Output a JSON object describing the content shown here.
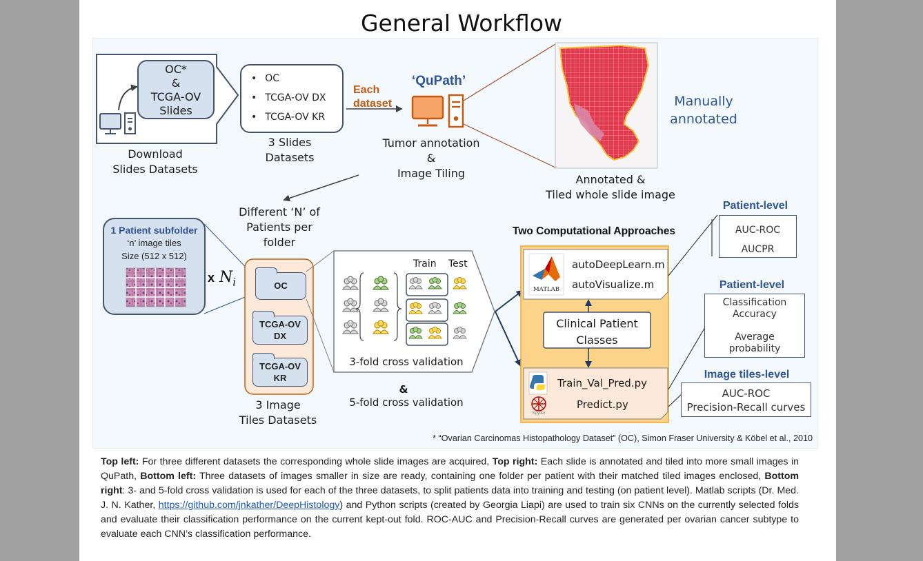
{
  "title": "General Workflow",
  "step1": {
    "source_box": "OC*\n&\nTCGA-OV\nSlides",
    "label": "Download\nSlides Datasets"
  },
  "step2": {
    "items": [
      "OC",
      "TCGA-OV DX",
      "TCGA-OV KR"
    ],
    "label": "3 Slides\nDatasets"
  },
  "each_dataset": "Each\ndataset",
  "qupath": {
    "name": "‘QuPath’",
    "label": "Tumor annotation\n&\nImage Tiling"
  },
  "wsi": {
    "label": "Annotated &\nTiled whole slide image",
    "side_label": "Manually\nannotated"
  },
  "patients_per_folder": "Different ‘N’ of\nPatients per\nfolder",
  "patient_subfolder": {
    "title": "1 Patient subfolder",
    "line1": "‘n’ image tiles",
    "line2": "Size (512 x 512)"
  },
  "multiplier": "x",
  "multiplier_var": "N",
  "multiplier_sub": "i",
  "folders": [
    "OC",
    "TCGA-OV\nDX",
    "TCGA-OV\nKR"
  ],
  "image_datasets_label": "3 Image\nTiles Datasets",
  "cv": {
    "train": "Train",
    "test": "Test",
    "label3": "3-fold cross validation",
    "amp": "&",
    "label5": "5-fold cross validation"
  },
  "approaches": {
    "title": "Two Computational Approaches",
    "matlab_logo": "MATLAB",
    "matlab_scripts": [
      "autoDeepLearn.m",
      "autoVisualize.m"
    ],
    "clinical": "Clinical Patient\nClasses",
    "python_scripts": [
      "Train_Val_Pred.py",
      "Predict.py"
    ],
    "spyder_logo": "Spyder"
  },
  "metrics": {
    "m1_head": "Patient-level",
    "m1_lines": [
      "AUC-ROC",
      "AUCPR"
    ],
    "m2_head": "Patient-level",
    "m2_lines": [
      "Classification\nAccuracy",
      "Average\nprobability"
    ],
    "m3_head": "Image tiles-level",
    "m3_lines": [
      "AUC-ROC",
      "Precision-Recall curves"
    ]
  },
  "footnote": "* “Ovarian Carcinomas Histopathology Dataset” (OC), Simon Fraser University & Köbel et al., 2010",
  "caption": {
    "b1": "Top left:",
    "t1": " For three different datasets the corresponding whole slide images are acquired, ",
    "b2": "Top right:",
    "t2": " Each slide is annotated and tiled into more small images in QuPath, ",
    "b3": "Bottom left:",
    "t3": " Three datasets of images smaller in size are ready, containing one folder per patient with their matched tiled images enclosed, ",
    "b4": "Bottom right",
    "t4": ": 3- and 5-fold cross validation is used for each of the three datasets, to split patients data into training and testing (on patient level). Matlab scripts (Dr. Med. J. N. Kather, ",
    "link": "https://github.com/jnkather/DeepHistology",
    "t5": ") and Python scripts (created by Georgia Liapi) are used to train six CNNs on the currently selected folds and evaluate their classification performance on the current kept-out fold. ROC-AUC and Precision-Recall curves are generated per ovarian cancer subtype to evaluate each CNN’s classification performance."
  },
  "colors": {
    "accent_orange": "#c55a11",
    "blue_head": "#2f5597",
    "box_border": "#44546a",
    "light_blue_fill": "#d6e1f0",
    "orange_panel": "#fdd38a",
    "tissue_red": "#e23a4f"
  }
}
